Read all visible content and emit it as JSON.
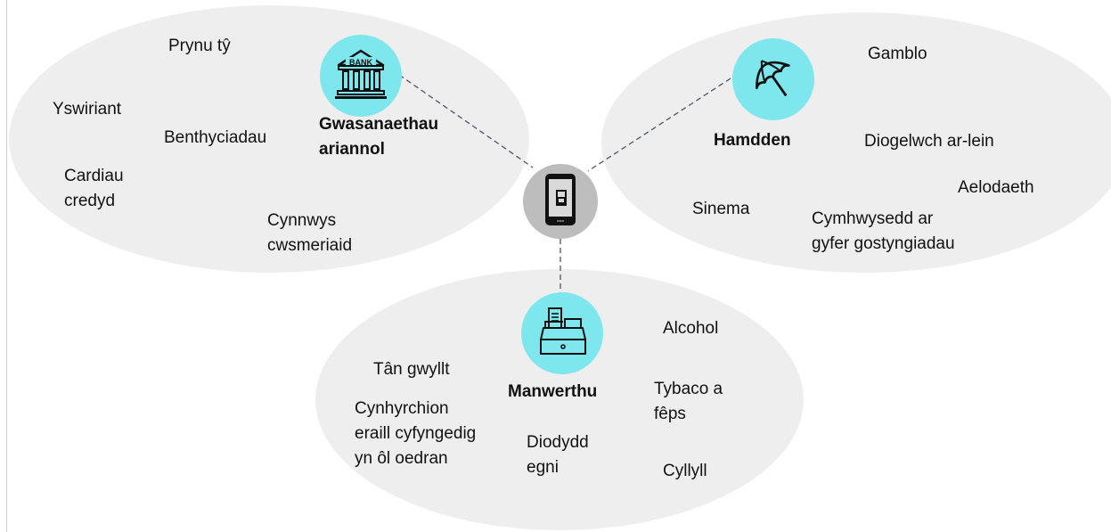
{
  "colors": {
    "accent": "#7ee7ee",
    "cluster_background": "#efeeee",
    "connector": "#4a5568",
    "device_circle": "#bdbdbd"
  },
  "hub": {
    "icon": "phone-id-icon"
  },
  "clusters": {
    "finance": {
      "title_line1": "Gwasanaethau",
      "title_line2": "ariannol",
      "icon": "bank-icon",
      "icon_text": "BANK",
      "items": {
        "prynu_ty": "Prynu tŷ",
        "yswiriant": "Yswiriant",
        "benthyciadau": "Benthyciadau",
        "cardiau_1": "Cardiau",
        "cardiau_2": "credyd",
        "cynnwys_1": "Cynnwys",
        "cynnwys_2": "cwsmeriaid"
      }
    },
    "leisure": {
      "title": "Hamdden",
      "icon": "umbrella-icon",
      "items": {
        "gamblo": "Gamblo",
        "diogelwch": "Diogelwch ar-lein",
        "aelodaeth": "Aelodaeth",
        "sinema": "Sinema",
        "cymhwysedd_1": "Cymhwysedd ar",
        "cymhwysedd_2": "gyfer gostyngiadau"
      }
    },
    "retail": {
      "title": "Manwerthu",
      "icon": "cash-register-icon",
      "items": {
        "alcohol": "Alcohol",
        "tan_gwyllt": "Tân gwyllt",
        "tybaco_1": "Tybaco a",
        "tybaco_2": "fêps",
        "cynhyrchion_1": "Cynhyrchion",
        "cynhyrchion_2": "eraill cyfyngedig",
        "cynhyrchion_3": "yn ôl oedran",
        "diodydd_1": "Diodydd",
        "diodydd_2": "egni",
        "cyllyll": "Cyllyll"
      }
    }
  }
}
